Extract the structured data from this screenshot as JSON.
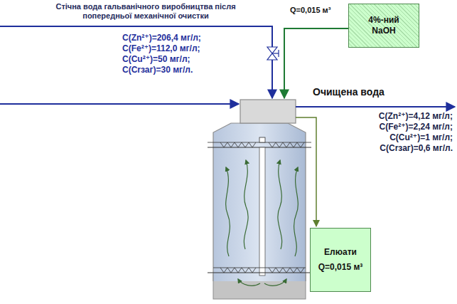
{
  "diagram": {
    "nodes": [
      {
        "text": [
          "4%-ний NaOH"
        ]
      },
      {
        "text": [
          "Елюати",
          "Q=0,015 м³"
        ]
      }
    ],
    "labels": [
      "Стічна вода гальванічного виробництва після попередньої механічної очистки",
      "C(Zn²⁺)=206,4 мг/л;",
      "C(Fe²⁺)=112,0 мг/л;",
      "C(Cu²⁺)=50 мг/л;",
      "C(Crзаг)=30 мг/л.",
      "Q=0,015 м³",
      "Очищена вода",
      "C(Zn²⁺)=4,12 мг/л;",
      "C(Fe²⁺)=2,24 мг/л;",
      "C(Cu²⁺)=1 мг/л;",
      "C(Crзаг)=0,6 мг/л."
    ]
  }
}
